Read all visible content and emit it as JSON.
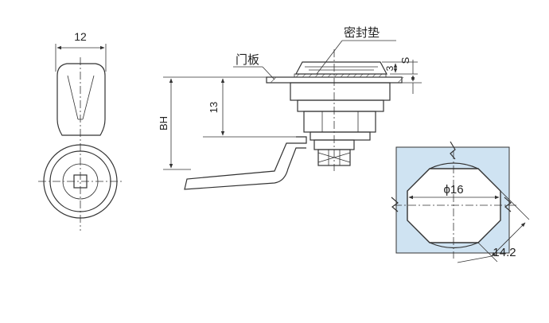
{
  "labels": {
    "width_dim": "12",
    "seal_gasket": "密封垫",
    "door_panel": "门板",
    "bh": "BH",
    "height_13": "13",
    "dim_3": "3",
    "dim_s": "S",
    "diameter": "ϕ16",
    "across_flats": "14.2"
  },
  "colors": {
    "line": "#333333",
    "cutout_fill": "#cfe3f2",
    "background": "#ffffff"
  }
}
